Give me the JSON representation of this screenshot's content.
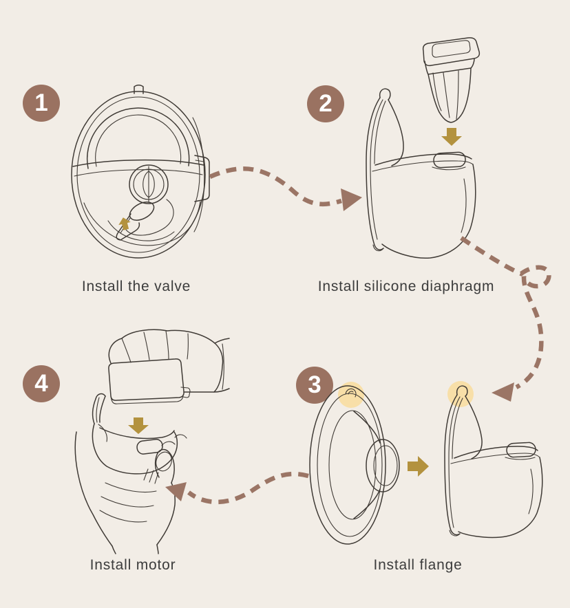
{
  "background_color": "#f2ede6",
  "accent": {
    "badge_color": "#9a7261",
    "badge_text_color": "#ffffff",
    "gold_arrow_color": "#b3923e",
    "dashed_arrow_color": "#9b7565",
    "highlight_color": "#f8dfa8",
    "line_color": "#3f3a35",
    "caption_color": "#3c3c3c"
  },
  "steps": [
    {
      "number": "1",
      "caption": "Install the valve"
    },
    {
      "number": "2",
      "caption": "Install silicone diaphragm"
    },
    {
      "number": "3",
      "caption": "Install flange"
    },
    {
      "number": "4",
      "caption": "Install motor"
    }
  ],
  "connectors": [
    {
      "from": "step-1",
      "to": "step-2",
      "style": "dashed-curve"
    },
    {
      "from": "step-2",
      "to": "step-3",
      "style": "dashed-loop"
    },
    {
      "from": "step-3",
      "to": "step-4",
      "style": "dashed-curve"
    }
  ]
}
